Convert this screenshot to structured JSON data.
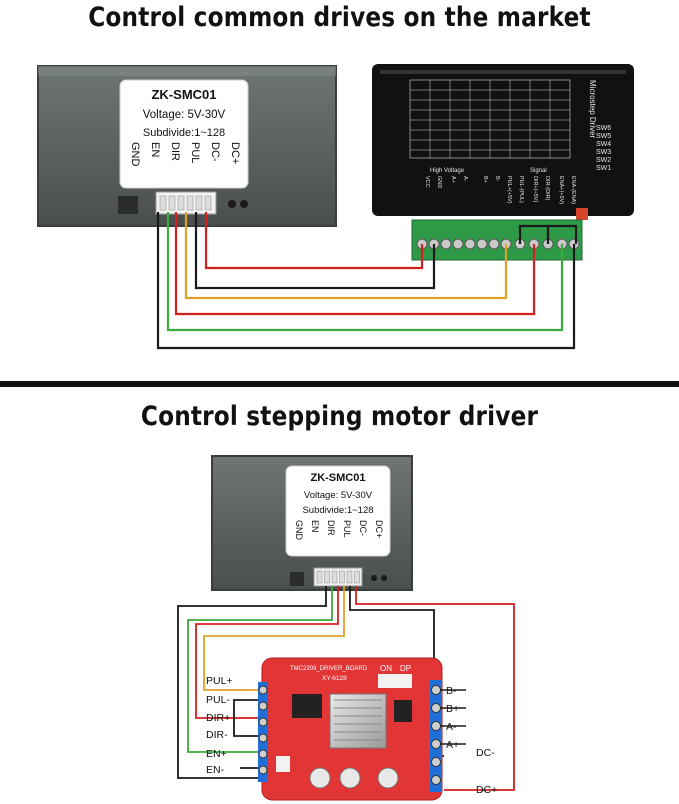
{
  "titles": {
    "top": "Control common drives on the market",
    "bottom": "Control stepping motor driver"
  },
  "module": {
    "name": "ZK-SMC01",
    "voltage": "Voltage: 5V-30V",
    "subdivide": "Subdivide:1~128",
    "pins": [
      "GND",
      "EN",
      "DIR",
      "PUL",
      "DC-",
      "DC+"
    ]
  },
  "stepper_driver": {
    "brand_side": "Microstep Driver",
    "switches": [
      "SW6",
      "SW5",
      "SW4",
      "SW3",
      "SW2",
      "SW1"
    ],
    "high_voltage_label": "High Voltage",
    "signal_label": "Signal",
    "terminals": [
      "VCC",
      "GND",
      "A+",
      "A-",
      "B+",
      "B-",
      "PUL+(+5V)",
      "PUL-(PUL)",
      "DIR+(+5V)",
      "DIR-(DIR)",
      "ENA+(+5V)",
      "ENA-(ENA)"
    ]
  },
  "driver_board": {
    "name": "TMC2209_DRIVER_BOARD",
    "model": "XY-6128",
    "dip_on": "ON",
    "dip_dp": "DP",
    "left_pins": [
      "PUL+",
      "PUL-",
      "DIR+",
      "DIR-",
      "EN+",
      "EN-"
    ],
    "right_pins": [
      "B-",
      "B+",
      "A-",
      "A+"
    ],
    "power_minus": "DC-",
    "power_plus": "DC+"
  },
  "wire_colors": {
    "red": "#d41f1f",
    "black": "#1a1a1a",
    "orange": "#e0a028",
    "green": "#3caa3c",
    "white": "#eeeeee"
  }
}
